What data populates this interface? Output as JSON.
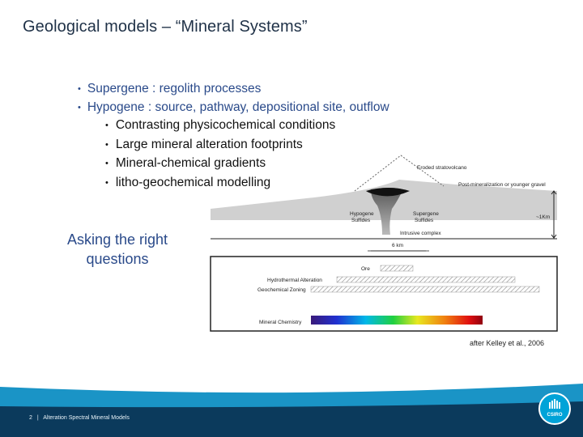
{
  "slide": {
    "title": "Geological models – “Mineral Systems”",
    "bullets": [
      "Supergene : regolith processes",
      "Hypogene : source, pathway, depositional site, outflow"
    ],
    "sub_bullets": [
      "Contrasting physicochemical conditions",
      "Large mineral alteration footprints",
      "Mineral-chemical gradients",
      "litho-geochemical modelling"
    ],
    "callout_line1": "Asking the right",
    "callout_line2": "questions",
    "citation": "after Kelley et al., 2006"
  },
  "diagram": {
    "eroded": "Eroded stratovolcano",
    "post": "Post-mineralization or younger gravel",
    "hypogene1": "Hypogene",
    "hypogene2": "Sulfides",
    "supergene1": "Supergene",
    "supergene2": "Sulfides",
    "intrusive": "Intrusive complex",
    "depth": "~1Km",
    "width": "6 km",
    "ore": "Ore",
    "hydro": "Hydrothermal Alteration",
    "geochem": "Geochemical Zoning",
    "mineral": "Mineral Chemistry"
  },
  "footer": {
    "page_number": "2",
    "separator": "|",
    "label": "Alteration Spectral Mineral Models",
    "logo_text": "CSIRO"
  },
  "colors": {
    "title": "#1f3147",
    "bullet_blue": "#2a4a8a",
    "footer_dark": "#0b3a5c",
    "footer_teal": "#1a94c6",
    "logo": "#00a3d8"
  }
}
